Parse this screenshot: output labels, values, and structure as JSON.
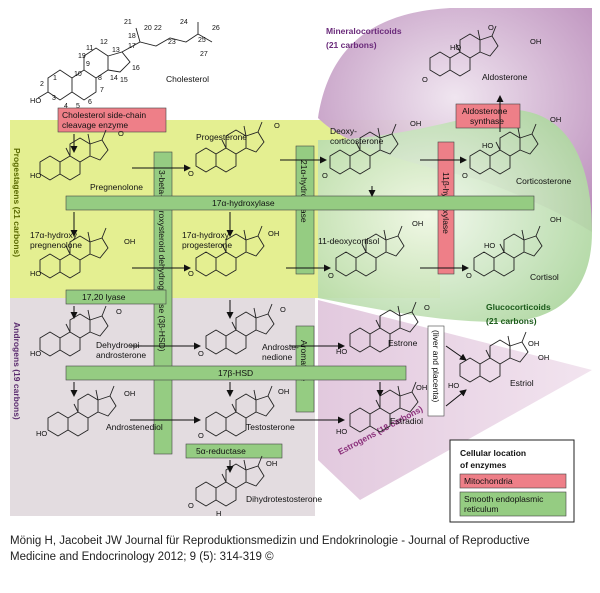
{
  "groups": {
    "mineralocorticoids": "Mineralocorticoids",
    "mineralocorticoids_carbons": "(21 carbons)",
    "progestagens": "Progestagens (21 carbons)",
    "androgens": "Androgens (19 carbons)",
    "glucocorticoids": "Glucocorticoids",
    "glucocorticoids_carbons": "(21 carbons)",
    "estrogens": "Estrogens (18 carbons)"
  },
  "compounds": {
    "cholesterol": "Cholesterol",
    "pregnenolone": "Pregnenolone",
    "progesterone": "Progesterone",
    "deoxycorticosterone_1": "Deoxy-",
    "deoxycorticosterone_2": "corticosterone",
    "corticosterone": "Corticosterone",
    "aldosterone": "Aldosterone",
    "hydroxypregnenolone_1": "17α-hydroxy",
    "hydroxypregnenolone_2": "pregnenolone",
    "hydroxyprogesterone_1": "17α-hydroxy",
    "hydroxyprogesterone_2": "progesterone",
    "deoxycortisol": "11-deoxycortisol",
    "cortisol": "Cortisol",
    "dhea_1": "Dehydroepi-",
    "dhea_2": "androsterone",
    "androstenedione_1": "Androste-",
    "androstenedione_2": "nedione",
    "estrone": "Estrone",
    "estriol": "Estriol",
    "androstenediol": "Androstenediol",
    "testosterone": "Testosterone",
    "estradiol": "Estradiol",
    "dht": "Dihydrotestosterone"
  },
  "enzymes": {
    "scc_1": "Cholesterol side-chain",
    "scc_2": "cleavage enzyme",
    "aldosterone_synthase_1": "Aldosterone",
    "aldosterone_synthase_2": "synthase",
    "hsd3b": "3-beta-hydroxysteroid dehydrogenase (3β-HSD)",
    "hydroxylase21": "21α-hydroxylase",
    "hydroxylase11": "11β-hydroxylase",
    "hydroxylase17": "17α-hydroxylase",
    "lyase1720": "17,20 lyase",
    "aromatase": "Aromatase",
    "hsd17b": "17β-HSD",
    "reductase5a": "5α-reductase",
    "liver_placenta": "(liver and placenta)"
  },
  "cholesterol_numbering": [
    "1",
    "2",
    "3",
    "4",
    "5",
    "6",
    "7",
    "8",
    "9",
    "10",
    "11",
    "12",
    "13",
    "14",
    "15",
    "16",
    "17",
    "18",
    "19",
    "20",
    "21",
    "22",
    "23",
    "24",
    "25",
    "26",
    "27"
  ],
  "atoms": {
    "oxygen": "O",
    "hydroxyl": "OH",
    "hydroxyl_short": "HO",
    "hydrogen": "H"
  },
  "legend": {
    "title_1": "Cellular location",
    "title_2": "of enzymes",
    "mitochondria": "Mitochondria",
    "ser_1": "Smooth endoplasmic",
    "ser_2": "reticulum"
  },
  "colors": {
    "mitochondria": "#ee7f88",
    "smooth_er": "#95cc82",
    "progestagen_zone": "#e4ef91",
    "mineralocorticoid_zone": "#cfa3cf",
    "glucocorticoid_zone": "#bfe0b0",
    "androgen_zone": "#e3dce0",
    "estrogen_zone": "#e8cde3"
  },
  "caption": {
    "line1": "Mönig H, Jacobeit JW Journal für Reproduktionsmedizin und Endokrinologie - Journal of Reproductive",
    "line2": "Medicine and Endocrinology 2012; 9 (5): 314-319 ©"
  }
}
